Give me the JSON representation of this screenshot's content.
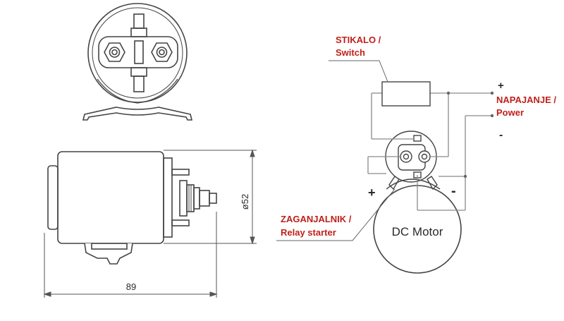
{
  "labels": {
    "switch_line1": "STIKALO /",
    "switch_line2": "Switch",
    "power_plus": "+",
    "power_line1": "NAPAJANJE /",
    "power_line2": "Power",
    "power_minus": "-",
    "starter_line1": "ZAGANJALNIK /",
    "starter_line2": "Relay starter",
    "motor": "DC Motor",
    "motor_plus": "+",
    "motor_minus": "-",
    "diameter": "ø52",
    "length": "89"
  },
  "colors": {
    "label_red": "#c0201a",
    "line": "#555555",
    "wire": "#8a8a8a"
  }
}
